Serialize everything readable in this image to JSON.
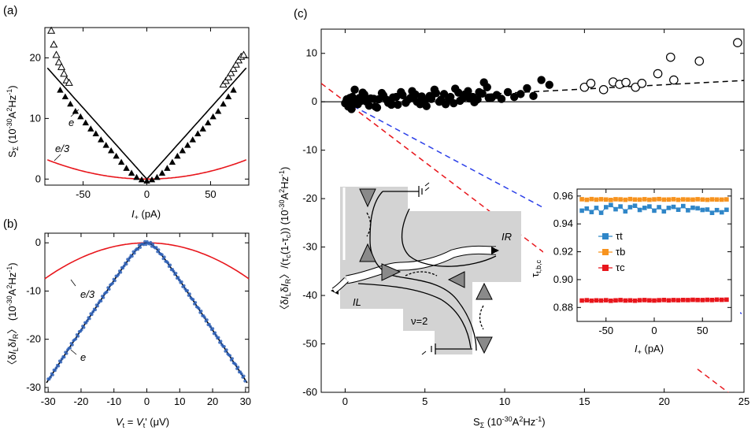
{
  "chart_data": [
    {
      "panel": "(a)",
      "type": "scatter",
      "xlabel": "I+ (pA)",
      "ylabel": "SΣ (10-30A2Hz-1)",
      "xlim": [
        -80,
        80
      ],
      "ylim": [
        -1,
        25
      ],
      "xticks": [
        -50,
        0,
        50
      ],
      "yticks": [
        0,
        10,
        20
      ],
      "annotations": [
        "e",
        "e/3"
      ],
      "series": [
        {
          "marker": "filled-triangle",
          "x": [
            -68,
            -64,
            -60,
            -56,
            -52,
            -48,
            -44,
            -40,
            -36,
            -32,
            -28,
            -24,
            -20,
            -16,
            -12,
            -8,
            -4,
            0,
            4,
            8,
            12,
            16,
            20,
            24,
            28,
            32,
            36,
            40,
            44,
            48,
            52,
            56,
            60,
            64,
            68
          ],
          "y": [
            14.7,
            13.6,
            12.4,
            11.2,
            10.3,
            9.3,
            8.3,
            7.5,
            6.5,
            5.6,
            4.7,
            3.8,
            2.8,
            1.8,
            1.0,
            0.3,
            -0.1,
            -0.3,
            -0.1,
            0.3,
            1.0,
            1.8,
            2.8,
            3.8,
            4.7,
            5.6,
            6.5,
            7.5,
            8.3,
            9.3,
            10.3,
            11.2,
            12.4,
            13.6,
            14.7
          ]
        },
        {
          "marker": "open-triangle",
          "x": [
            -75,
            -73,
            -71,
            -69,
            -67,
            -65,
            -63,
            -61,
            60,
            62,
            64,
            66,
            68,
            70,
            72,
            74,
            76
          ],
          "y": [
            24.5,
            22.2,
            20.5,
            19.3,
            18.5,
            17.4,
            16.3,
            15.9,
            15.6,
            16.2,
            16.8,
            17.5,
            18.2,
            18.9,
            19.6,
            20.2,
            20.5
          ]
        },
        {
          "line": "e",
          "color": "#000000",
          "slope": 0.235
        },
        {
          "line": "e/3",
          "color": "#e8161c",
          "coef": 0.000521
        }
      ]
    },
    {
      "panel": "(b)",
      "type": "line",
      "xlabel": "Vt = Vt' (μV)",
      "ylabel": "〈δIL δIR〉 (10-30A2Hz-1)",
      "xlim": [
        -31,
        31
      ],
      "ylim": [
        -31,
        2
      ],
      "xticks": [
        -30,
        -20,
        -10,
        0,
        10,
        20,
        30
      ],
      "yticks": [
        0,
        -10,
        -20,
        -30
      ],
      "annotations": [
        "e",
        "e/3"
      ],
      "series": [
        {
          "line": "e/3",
          "color": "#e8161c",
          "coef": -0.00775
        },
        {
          "line": "e",
          "color": "#000000",
          "coef": -0.0041,
          "lin": 0.89
        },
        {
          "marker": "blue-dots",
          "color": "#2f62b8"
        }
      ]
    },
    {
      "panel": "(c)",
      "type": "scatter",
      "xlabel": "SΣ (10-30A2Hz-1)",
      "ylabel": "〈δIL δIR〉/(τc(1-τc)) (10-30A2Hz-1)",
      "xlim": [
        -1.5,
        25
      ],
      "ylim": [
        -60,
        15
      ],
      "xticks": [
        0,
        5,
        10,
        15,
        20,
        25
      ],
      "yticks": [
        10,
        0,
        -10,
        -20,
        -30,
        -40,
        -50,
        -60
      ],
      "series": [
        {
          "marker": "filled-circle",
          "x": [
            0.1,
            0.2,
            0.3,
            0.4,
            0.5,
            0.6,
            0.8,
            1.0,
            1.2,
            1.5,
            1.8,
            2.0,
            2.3,
            2.6,
            2.9,
            3.2,
            3.5,
            3.8,
            4.1,
            4.4,
            4.7,
            5.0,
            5.3,
            5.6,
            5.9,
            6.2,
            6.5,
            6.8,
            7.1,
            7.4,
            7.7,
            8.0,
            8.3,
            8.6,
            8.9,
            9.2,
            9.5,
            9.8,
            10.2,
            10.6,
            11.0,
            11.4,
            11.8,
            12.3,
            12.8,
            0.0,
            0.15,
            0.35,
            0.45,
            0.7,
            0.9,
            1.1,
            1.3,
            1.6,
            1.9,
            2.1,
            2.4,
            2.7,
            3.0,
            3.3,
            3.6,
            3.9,
            4.2,
            4.5,
            4.8,
            5.1,
            5.4,
            5.7,
            6.0,
            6.3,
            6.6,
            6.9,
            7.2,
            7.5,
            7.8,
            8.1,
            8.4,
            8.7,
            9.0
          ],
          "y": [
            0.5,
            -1.0,
            0.8,
            -1.5,
            0.3,
            2.5,
            -0.5,
            0.2,
            1.5,
            -0.8,
            0.6,
            -1.2,
            1.8,
            0.4,
            -0.6,
            1.0,
            2.0,
            -0.2,
            0.8,
            1.5,
            -0.5,
            0.3,
            1.2,
            2.5,
            0.0,
            1.6,
            0.6,
            -0.3,
            1.9,
            0.8,
            2.2,
            1.0,
            0.5,
            1.7,
            3.0,
            0.9,
            1.4,
            0.6,
            2.0,
            1.0,
            1.6,
            2.8,
            1.2,
            4.5,
            3.5,
            -0.3,
            0.2,
            -0.8,
            1.0,
            -0.4,
            0.8,
            1.9,
            0.1,
            0.7,
            -1.0,
            0.5,
            1.3,
            -0.2,
            0.9,
            -0.6,
            1.4,
            0.3,
            2.2,
            0.0,
            1.1,
            -0.9,
            0.6,
            1.8,
            0.4,
            -0.5,
            1.0,
            2.7,
            0.2,
            1.5,
            0.7,
            -0.1,
            2.0,
            4.0,
            0.8
          ]
        },
        {
          "marker": "open-circle",
          "x": [
            15.0,
            15.4,
            16.2,
            16.8,
            17.2,
            17.6,
            18.2,
            18.6,
            19.6,
            20.4,
            20.6,
            22.2,
            24.6
          ],
          "y": [
            3.0,
            3.8,
            2.5,
            4.1,
            3.6,
            4.0,
            3.0,
            3.8,
            5.8,
            9.2,
            4.5,
            8.4,
            12.2
          ]
        },
        {
          "line": "black-solid",
          "color": "#000000",
          "points": [
            [
              -1.5,
              0
            ],
            [
              25,
              0
            ]
          ]
        },
        {
          "line": "black-dashed",
          "color": "#000000",
          "points": [
            [
              0,
              0
            ],
            [
              25,
              4.4
            ]
          ]
        },
        {
          "line": "blue-dashed",
          "color": "#2b3fe8",
          "points": [
            [
              0,
              0
            ],
            [
              25,
              -44
            ]
          ]
        },
        {
          "line": "red-dashed",
          "color": "#e8161c",
          "points": [
            [
              -1.5,
              3.8
            ],
            [
              25,
              -62.5
            ]
          ]
        }
      ]
    },
    {
      "panel": "inset",
      "type": "line",
      "xlabel": "I+ (pA)",
      "ylabel": "τt,b,c",
      "xlim": [
        -80,
        80
      ],
      "ylim": [
        0.87,
        0.965
      ],
      "xticks": [
        -50,
        0,
        50
      ],
      "yticks": [
        0.96,
        0.94,
        0.92,
        0.9,
        0.88
      ],
      "legend": [
        "τt",
        "τb",
        "τc"
      ],
      "series": [
        {
          "name": "τt",
          "color": "#2f86c8",
          "base": 0.951
        },
        {
          "name": "τb",
          "color": "#f7931e",
          "base": 0.9575
        },
        {
          "name": "τc",
          "color": "#e8161c",
          "base": 0.885
        }
      ]
    }
  ],
  "schematic": {
    "label_IR": "IR",
    "label_IL": "IL",
    "label_nu": "ν=2"
  }
}
